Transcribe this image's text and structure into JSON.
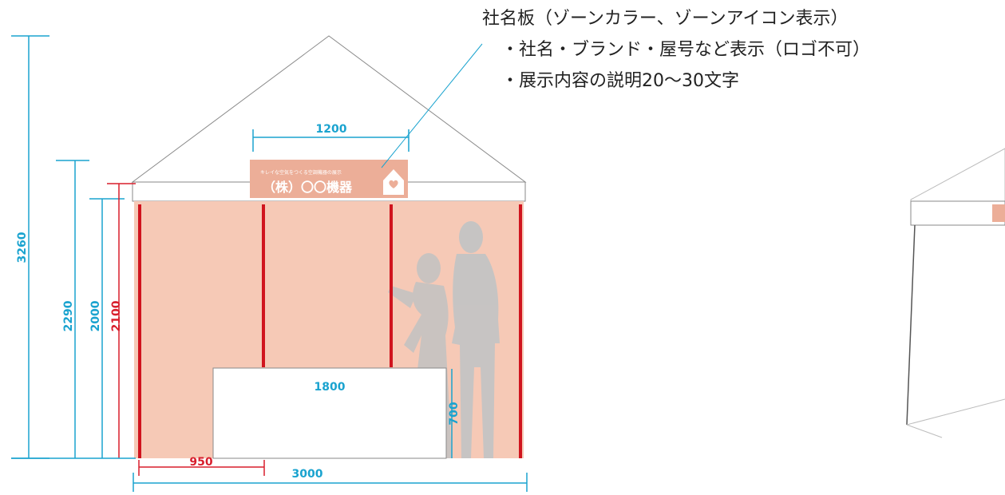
{
  "callout": {
    "title": "社名板（ゾーンカラー、ゾーンアイコン表示）",
    "line1": "・社名・ブランド・屋号など表示（ロゴ不可）",
    "line2": "・展示内容の説明20〜30文字"
  },
  "sign": {
    "tagline": "キレイな空気をつくる空調機器の展示",
    "company": "（株）〇〇機器",
    "icon": "house-heart-icon"
  },
  "dimensions": {
    "total_height": "3260",
    "eave_height": "2290",
    "wall_height": "2000",
    "panel_height": "2100",
    "sign_width": "1200",
    "counter_width": "1800",
    "counter_height": "700",
    "post_spacing": "950",
    "booth_width": "3000"
  },
  "colors": {
    "dimension_blue": "#1aa3cf",
    "dimension_red": "#d81e2c",
    "wall_fill": "#f6c9b6",
    "sign_fill": "#ecae98",
    "post_red": "#d0141e",
    "silhouette": "#c2c2c2"
  }
}
